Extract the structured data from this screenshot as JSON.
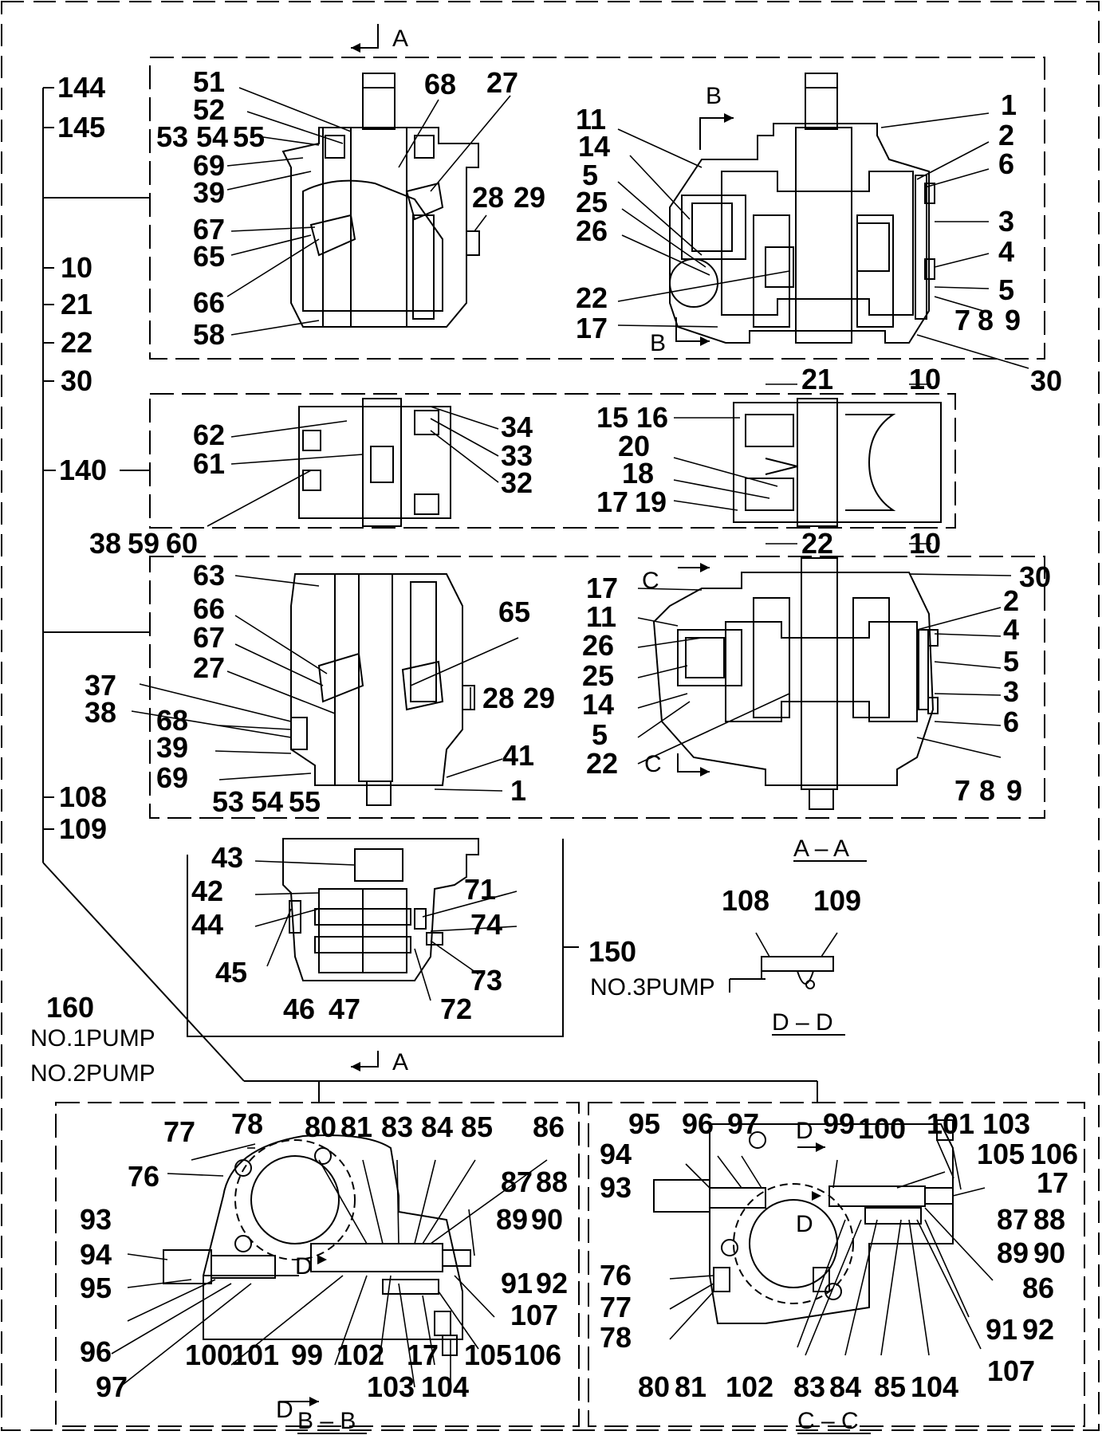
{
  "section_marks": {
    "a_top": "A",
    "a_bottom": "A",
    "b_top": "B",
    "b_bottom": "B",
    "c_top": "C",
    "c_bottom": "C",
    "d_dd": "D",
    "d_bb": "D",
    "d_cc_top": "D",
    "d_cc_mid": "D",
    "d_bb_bottom": "D"
  },
  "view_titles": {
    "aa": "A – A",
    "dd": "D – D",
    "bb": "B – B",
    "cc": "C – C"
  },
  "assemblies": {
    "no1_no2": [
      "NO.1PUMP",
      "NO.2PUMP"
    ],
    "no3": "NO.3PUMP"
  },
  "tree_labels": [
    "144",
    "145",
    "10",
    "21",
    "22",
    "30",
    "140",
    "108",
    "109",
    "160",
    "150"
  ],
  "view1_left": [
    "51",
    "52",
    "53",
    "54",
    "55",
    "69",
    "39",
    "67",
    "65",
    "66",
    "58",
    "68",
    "27",
    "28",
    "29"
  ],
  "view1_right": [
    "11",
    "14",
    "5",
    "25",
    "26",
    "22",
    "17",
    "1",
    "2",
    "6",
    "3",
    "4",
    "5",
    "7",
    "8",
    "9",
    "30"
  ],
  "view2_left": [
    "62",
    "61",
    "38",
    "59",
    "60",
    "34",
    "33",
    "32"
  ],
  "view2_right": [
    "21",
    "10",
    "15",
    "16",
    "20",
    "18",
    "17",
    "19",
    "22",
    "10"
  ],
  "view3_left": [
    "63",
    "66",
    "67",
    "27",
    "37",
    "38",
    "68",
    "39",
    "69",
    "53",
    "54",
    "55",
    "65",
    "28",
    "29",
    "41",
    "1"
  ],
  "view3_right": [
    "17",
    "11",
    "26",
    "25",
    "14",
    "5",
    "22",
    "30",
    "2",
    "4",
    "5",
    "3",
    "6",
    "7",
    "8",
    "9"
  ],
  "view4": [
    "43",
    "42",
    "44",
    "45",
    "46",
    "47",
    "71",
    "74",
    "73",
    "72"
  ],
  "view_dd": [
    "108",
    "109"
  ],
  "view_bb": [
    "77",
    "78",
    "76",
    "80",
    "81",
    "83",
    "84",
    "85",
    "86",
    "87",
    "88",
    "89",
    "90",
    "93",
    "94",
    "95",
    "96",
    "97",
    "91",
    "92",
    "107",
    "100",
    "101",
    "99",
    "102",
    "17",
    "105",
    "106",
    "103",
    "104"
  ],
  "view_cc": [
    "95",
    "96",
    "97",
    "99",
    "100",
    "101",
    "103",
    "94",
    "105",
    "106",
    "93",
    "17",
    "87",
    "88",
    "89",
    "90",
    "76",
    "77",
    "78",
    "86",
    "91",
    "92",
    "107",
    "80",
    "81",
    "102",
    "83",
    "84",
    "85",
    "104"
  ]
}
